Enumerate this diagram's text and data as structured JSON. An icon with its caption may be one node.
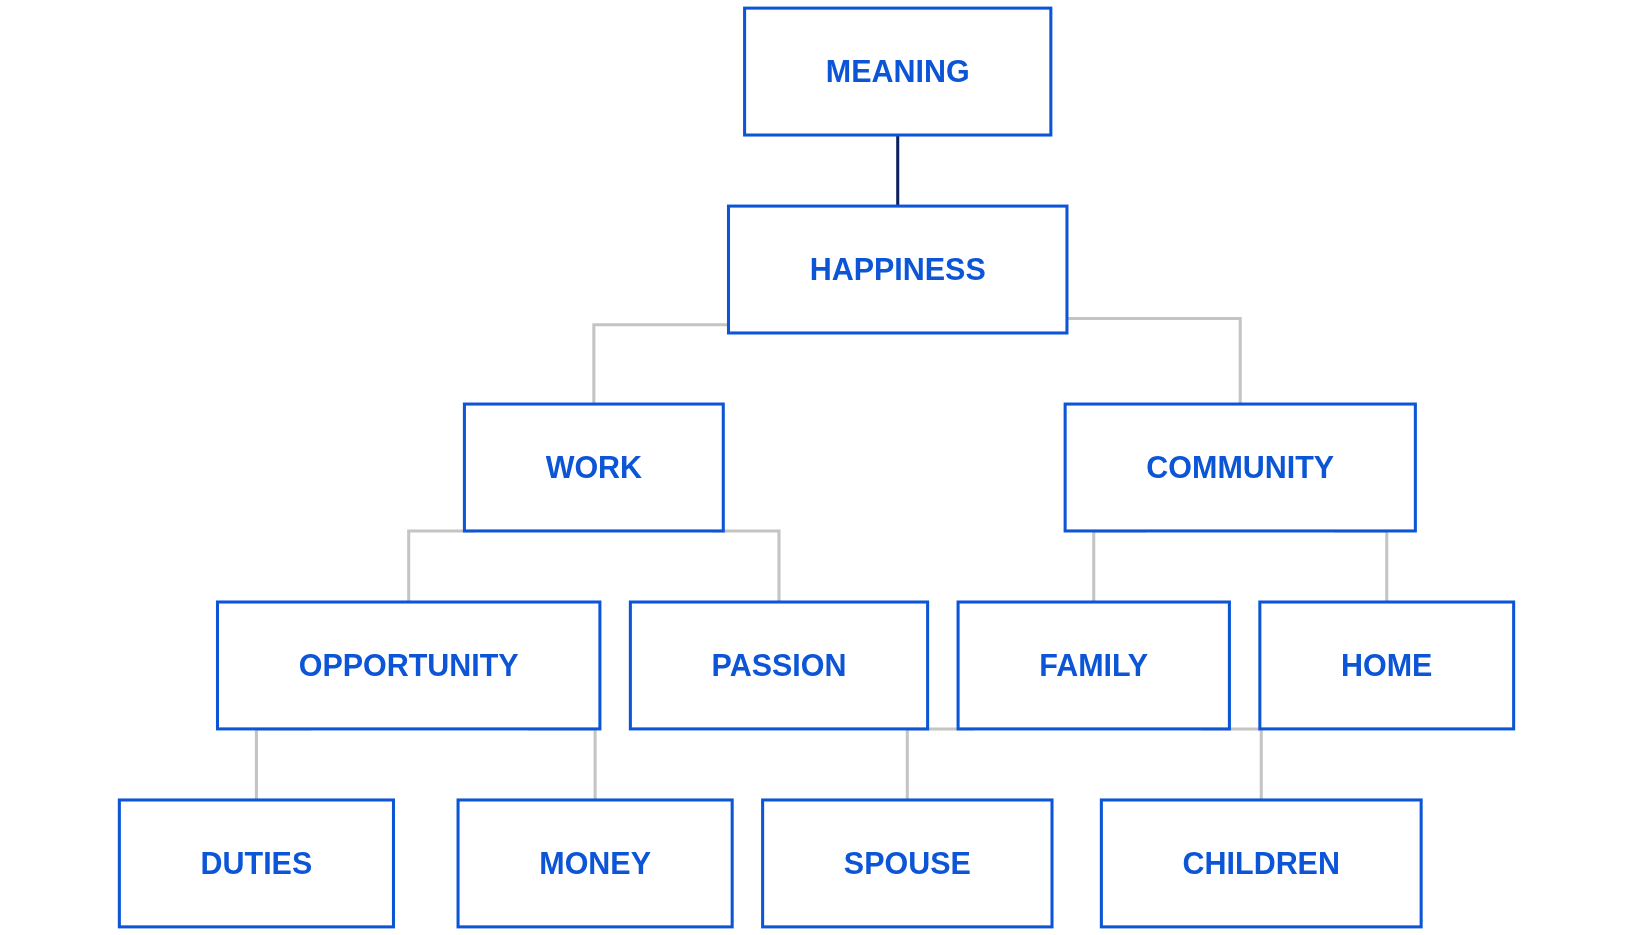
{
  "diagram": {
    "nodes": [
      {
        "text": [
          "MEANING"
        ]
      },
      {
        "text": [
          "HAPPINESS"
        ]
      },
      {
        "text": [
          "WORK"
        ]
      },
      {
        "text": [
          "COMMUNITY"
        ]
      },
      {
        "text": [
          "OPPORTUNITY"
        ]
      },
      {
        "text": [
          "PASSION"
        ]
      },
      {
        "text": [
          "FAMILY"
        ]
      },
      {
        "text": [
          "HOME"
        ]
      },
      {
        "text": [
          "DUTIES"
        ]
      },
      {
        "text": [
          "MONEY"
        ]
      },
      {
        "text": [
          "SPOUSE"
        ]
      },
      {
        "text": [
          "CHILDREN"
        ]
      }
    ],
    "edges": [
      {
        "from": 0,
        "to": 1,
        "arrow": "none",
        "color": "#0d1f5c"
      },
      {
        "from": 1,
        "to": 2,
        "arrow": "none"
      },
      {
        "from": 1,
        "to": 3,
        "arrow": "none"
      },
      {
        "from": 2,
        "to": 4,
        "arrow": "none"
      },
      {
        "from": 2,
        "to": 5,
        "arrow": "none"
      },
      {
        "from": 3,
        "to": 6,
        "arrow": "none"
      },
      {
        "from": 3,
        "to": 7,
        "arrow": "none"
      },
      {
        "from": 4,
        "to": 8,
        "arrow": "none"
      },
      {
        "from": 4,
        "to": 9,
        "arrow": "none"
      },
      {
        "from": 6,
        "to": 10,
        "arrow": "none"
      },
      {
        "from": 6,
        "to": 11,
        "arrow": "none"
      }
    ]
  }
}
